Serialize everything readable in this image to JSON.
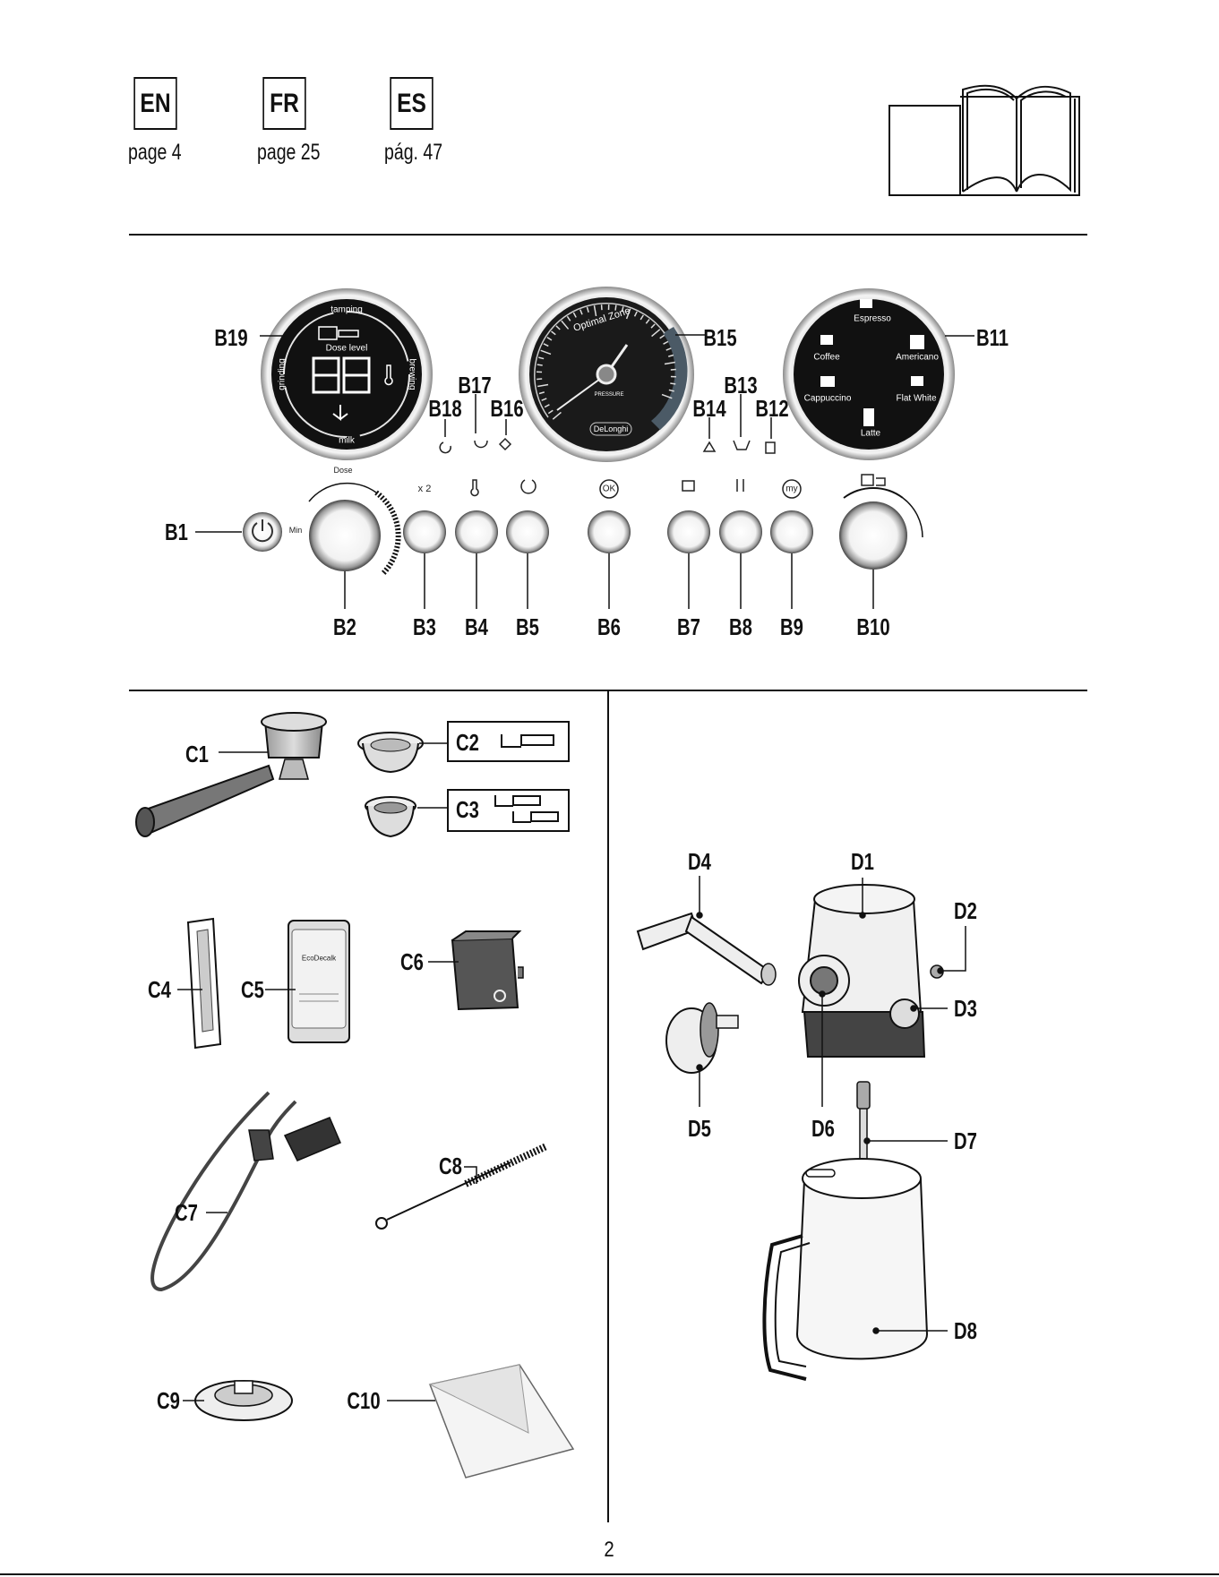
{
  "languages": [
    {
      "code": "EN",
      "page": "page 4"
    },
    {
      "code": "FR",
      "page": "page 25"
    },
    {
      "code": "ES",
      "page": "pág. 47"
    }
  ],
  "control_panel": {
    "labels": {
      "b1": "B1",
      "b2": "B2",
      "b3": "B3",
      "b4": "B4",
      "b5": "B5",
      "b6": "B6",
      "b7": "B7",
      "b8": "B8",
      "b9": "B9",
      "b10": "B10",
      "b11": "B11",
      "b12": "B12",
      "b13": "B13",
      "b14": "B14",
      "b15": "B15",
      "b16": "B16",
      "b17": "B17",
      "b18": "B18",
      "b19": "B19"
    },
    "left_display": {
      "top": "tamping",
      "bottom": "milk",
      "left": "grinding",
      "right": "brewing",
      "dose_level": "Dose level",
      "digits": "88"
    },
    "gauge": {
      "arc_text": "Optimal Zone",
      "scale_text": "PRESSURE",
      "brand": "DeLonghi"
    },
    "beverages": {
      "espresso": "Espresso",
      "coffee": "Coffee",
      "americano": "Americano",
      "cappuccino": "Cappuccino",
      "flat_white": "Flat White",
      "latte": "Latte"
    },
    "button_marks": {
      "x2": "x 2",
      "ok": "OK",
      "my": "my",
      "dose": "Dose",
      "min": "Min"
    }
  },
  "accessories": {
    "c1": "C1",
    "c2": "C2",
    "c3": "C3",
    "c4": "C4",
    "c5": "C5",
    "c6": "C6",
    "c7": "C7",
    "c8": "C8",
    "c9": "C9",
    "c10": "C10",
    "c5_product": "EcoDecalk"
  },
  "milk_system": {
    "d1": "D1",
    "d2": "D2",
    "d3": "D3",
    "d4": "D4",
    "d5": "D5",
    "d6": "D6",
    "d7": "D7",
    "d8": "D8"
  },
  "page_number": "2"
}
